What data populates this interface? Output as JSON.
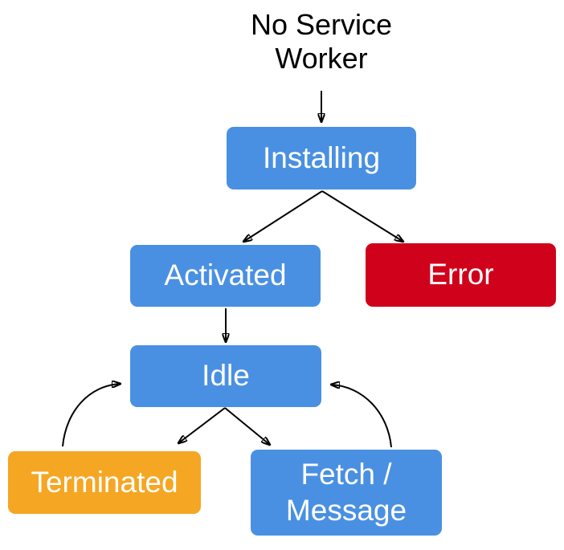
{
  "diagram": {
    "title": "No Service Worker",
    "nodes": [
      {
        "id": "installing",
        "label": "Installing",
        "color": "#4A90E2",
        "text_color": "#FFFFFF"
      },
      {
        "id": "activated",
        "label": "Activated",
        "color": "#4A90E2",
        "text_color": "#FFFFFF"
      },
      {
        "id": "error",
        "label": "Error",
        "color": "#D0021B",
        "text_color": "#FFFFFF"
      },
      {
        "id": "idle",
        "label": "Idle",
        "color": "#4A90E2",
        "text_color": "#FFFFFF"
      },
      {
        "id": "terminated",
        "label": "Terminated",
        "color": "#F5A623",
        "text_color": "#FFFFFF"
      },
      {
        "id": "fetch_message",
        "label": "Fetch / Message",
        "color": "#4A90E2",
        "text_color": "#FFFFFF"
      }
    ],
    "edges": [
      {
        "from": "no_service_worker",
        "to": "installing",
        "style": "straight"
      },
      {
        "from": "installing",
        "to": "activated",
        "style": "straight"
      },
      {
        "from": "installing",
        "to": "error",
        "style": "straight"
      },
      {
        "from": "activated",
        "to": "idle",
        "style": "straight"
      },
      {
        "from": "idle",
        "to": "terminated",
        "style": "straight"
      },
      {
        "from": "idle",
        "to": "fetch_message",
        "style": "straight"
      },
      {
        "from": "terminated",
        "to": "idle",
        "style": "curved"
      },
      {
        "from": "fetch_message",
        "to": "idle",
        "style": "curved"
      }
    ],
    "colors": {
      "state_blue": "#4A90E2",
      "error_red": "#D0021B",
      "terminated_orange": "#F5A623",
      "arrow_black": "#000000",
      "title_text": "#000000",
      "node_text": "#FFFFFF"
    }
  }
}
